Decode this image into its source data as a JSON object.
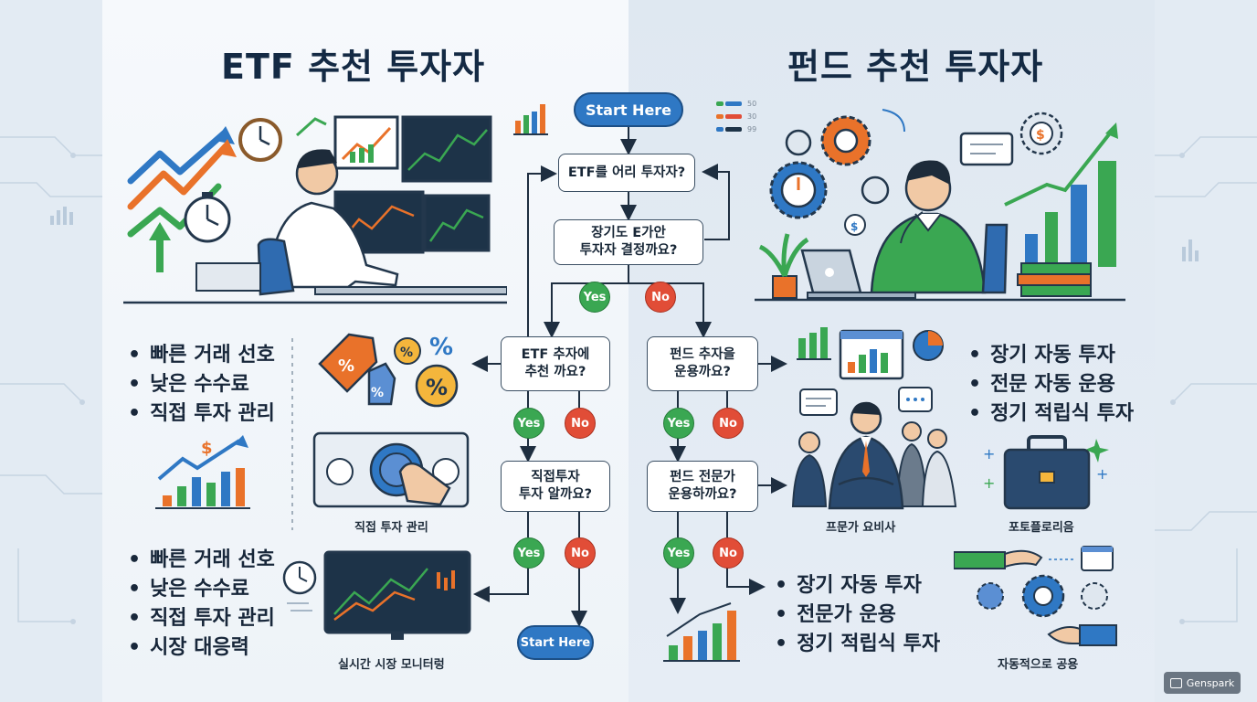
{
  "titles": {
    "left": "ETF 추천 투자자",
    "right": "펀드 추천 투자자"
  },
  "flow": {
    "start_top": "Start Here",
    "q1": "ETF를 어리 투자자?",
    "q2": "장기도 E가안\n투자자 결정까요?",
    "q2_yes": "Yes",
    "q2_no": "No",
    "q3_left": "ETF 추자에\n추천 까요?",
    "q3_left_yes": "Yes",
    "q3_left_no": "No",
    "q3_right": "펀드 추자을\n운용까요?",
    "q3_right_yes": "Yes",
    "q3_right_no": "No",
    "q4_left": "직접투자\n투자 알까요?",
    "q4_left_yes": "Yes",
    "q4_left_no": "No",
    "q4_right": "펀드 전문가\n운용하까요?",
    "q4_right_yes": "Yes",
    "q4_right_no": "No",
    "start_bottom": "Start Here"
  },
  "left_bullets_1": [
    "빠른 거래 선호",
    "낮은 수수료",
    "직접 투자 관리"
  ],
  "left_bullets_2": [
    "빠른 거래 선호",
    "낮은 수수료",
    "직접 투자 관리",
    "시장 대응력"
  ],
  "right_bullets_1": [
    "장기 자동 투자",
    "전문 자동 운용",
    "정기 적립식 투자"
  ],
  "right_bullets_2": [
    "장기 자동 투자",
    "전문가 운용",
    "정기 적립식 투자"
  ],
  "captions": {
    "direct_manage": "직접 투자 관리",
    "realtime": "실시간 시장 모니터렁",
    "experts": "프문가 요비사",
    "portfolio": "포토플로리음",
    "auto": "자동적으로 공용"
  },
  "mini_legend": [
    "50",
    "30",
    "99"
  ],
  "badge": "Genspark",
  "colors": {
    "yes": "#3aa752",
    "no": "#e14d37",
    "start": "#2f78c4",
    "title": "#142a44"
  }
}
